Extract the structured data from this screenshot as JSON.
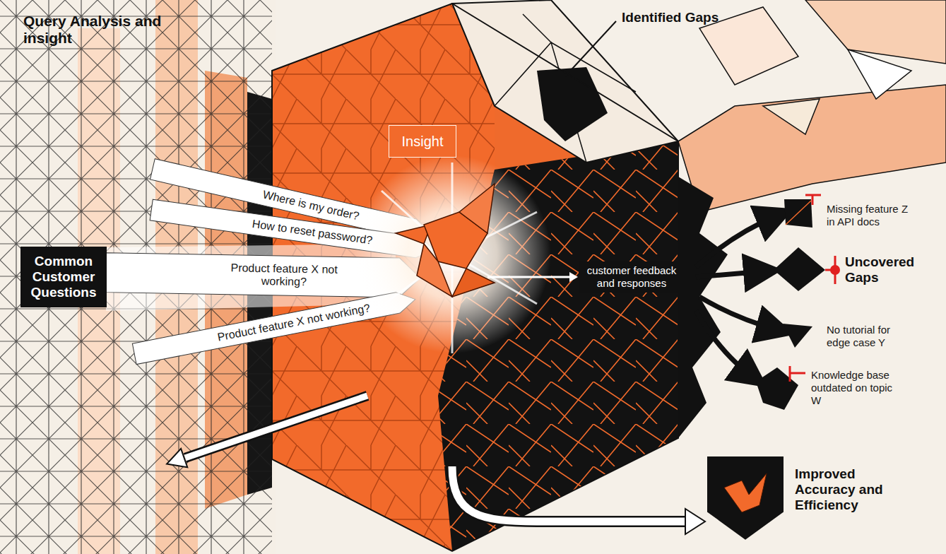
{
  "diagram": {
    "title": "Query Analysis and insight",
    "nodes": [
      {
        "text": [
          "Common Customer Questions"
        ]
      },
      {
        "text": [
          "Insight"
        ]
      },
      {
        "text": [
          "customer feedback and responses"
        ]
      }
    ],
    "labels": [
      "Identified Gaps",
      "Where is my order?",
      "How to reset password?",
      "Product feature X not working?",
      "Product feature X not working?",
      "Missing feature Z in API docs",
      "Uncovered Gaps",
      "No tutorial for edge case Y",
      "Knowledge base outdated on topic W",
      "Improved Accuracy and Efficiency"
    ]
  }
}
